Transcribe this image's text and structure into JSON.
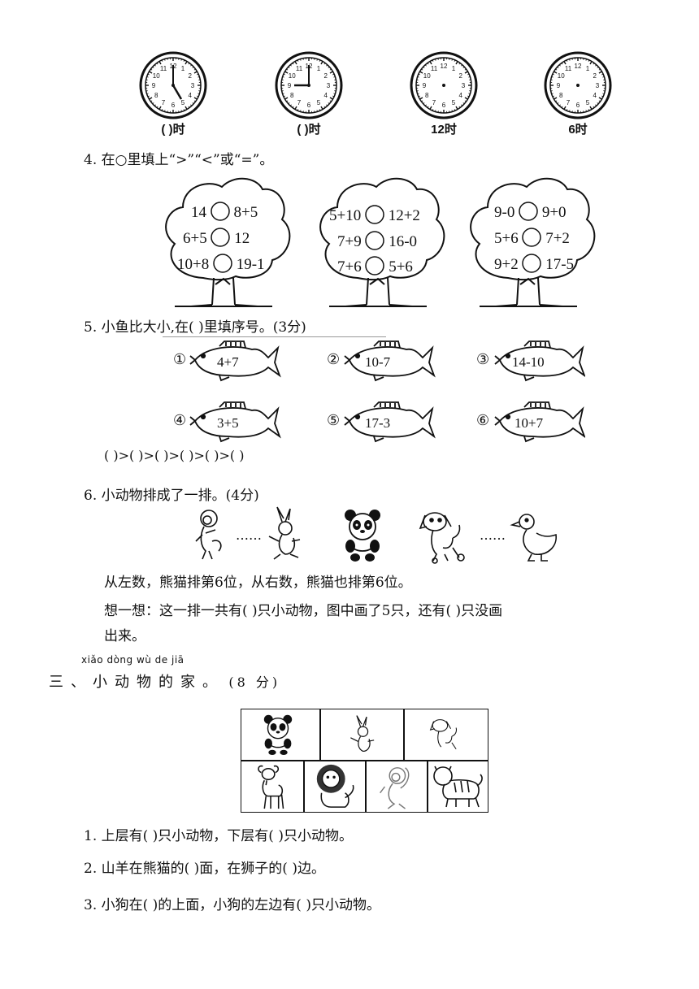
{
  "clocks": [
    {
      "label": "(      )时",
      "hour_hand": 4,
      "minute_hand": 12
    },
    {
      "label": "(      )时",
      "hour_hand": 9,
      "minute_hand": 12
    },
    {
      "label": "12时"
    },
    {
      "label": "6时"
    }
  ],
  "q4": {
    "title": "4.  在○里填上“>”“<”或“=”。",
    "trees": [
      {
        "rows": [
          [
            "14",
            "8+5"
          ],
          [
            "6+5",
            "12"
          ],
          [
            "10+8",
            "19-1"
          ]
        ]
      },
      {
        "rows": [
          [
            "5+10",
            "12+2"
          ],
          [
            "7+9",
            "16-0"
          ],
          [
            "7+6",
            "5+6"
          ]
        ]
      },
      {
        "rows": [
          [
            "9-0",
            "9+0"
          ],
          [
            "5+6",
            "7+2"
          ],
          [
            "9+2",
            "17-5"
          ]
        ]
      }
    ]
  },
  "q5": {
    "title": "5.  小鱼比大小,在(      )里填序号。(3分)",
    "fish": [
      {
        "num": "①",
        "expr": "4+7"
      },
      {
        "num": "②",
        "expr": "10-7"
      },
      {
        "num": "③",
        "expr": "14-10"
      },
      {
        "num": "④",
        "expr": "3+5"
      },
      {
        "num": "⑤",
        "expr": "17-3"
      },
      {
        "num": "⑥",
        "expr": "10+7"
      }
    ],
    "answer_line": "(           )>(           )>(           )>(           )>(           )>(           )"
  },
  "q6": {
    "title": "6.  小动物排成了一排。(4分)",
    "dots": "……",
    "line1": "从左数，熊猫排第6位，从右数，熊猫也排第6位。",
    "line2": "想一想：这一排一共有(       )只小动物，图中画了5只，还有(        )只没画",
    "line3": "出来。"
  },
  "section3": {
    "pinyin": "xiǎo dòng wù de jiā",
    "title": "三、小动物的家。",
    "score": "(8 分)"
  },
  "section3_questions": [
    "1.  上层有(      )只小动物，下层有(      )只小动物。",
    "2.  山羊在熊猫的(      )面，在狮子的(      )边。",
    "3.  小狗在(        )的上面，小狗的左边有(        )只小动物。"
  ]
}
